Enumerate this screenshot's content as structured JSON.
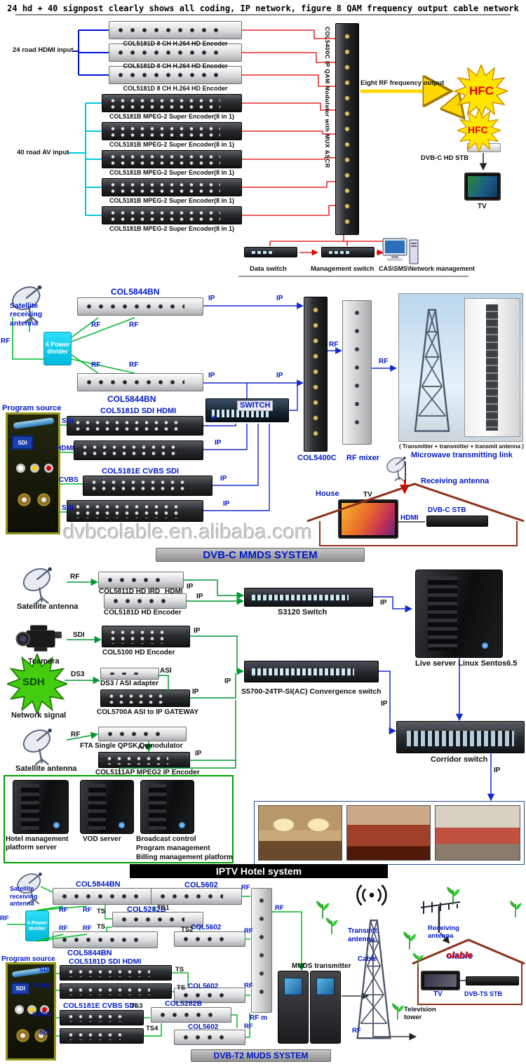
{
  "header": {
    "title": "24 hd + 40 signpost clearly shows all coding, IP network, figure 8 QAM frequency output cable network"
  },
  "labels": {
    "rf": "RF",
    "ip": "IP",
    "ts": "TS",
    "sdi": "SDI",
    "hdmi": "HDMI",
    "cvbs": "CVBS",
    "tv": "TV"
  },
  "headend": {
    "hdmi_input": "24 road HDMI input",
    "av_input": "40 road AV input",
    "hd_encoder": "COL5181D 8 CH H.264 HD Encoder",
    "mpeg2_encoder": "COL5181B MPEG-2 Super Encoder(8 in 1)",
    "qam_modulator": "COL5400C IP QAM Modulator with MUX &SCR",
    "rf_output": "Eight RF frequency output",
    "hfc": "HFC",
    "stb": "DVB-C HD STB",
    "data_switch": "Data switch",
    "mgmt_switch": "Management switch",
    "nms": "CAS\\SMS\\Network management"
  },
  "mmds": {
    "satellite": "Satellite receiving antenna",
    "col5844bn": "COL5844BN",
    "divider": "4 Power divider",
    "program_source": "Program source",
    "col5181d": "COL5181D SDI HDMI",
    "col5181e": "COL5181E CVBS SDI",
    "switch": "SWITCH",
    "col5400c": "COL5400C",
    "rf_mixer": "RF mixer",
    "mw_caption": "( Transmitter + transmitter + transmit antenna )",
    "mw_link": "Microwave transmitting link",
    "rx_antenna": "Receiving antenna",
    "house": "House",
    "stb": "DVB-C STB",
    "watermark": "dvbcolable.en.alibaba.com",
    "title": "DVB-C MMDS SYSTEM"
  },
  "iptv": {
    "satellite": "Satellite antenna",
    "col5811d": "COL5811D HD IRD",
    "col5181d_hd": "COL5181D HD Encoder",
    "s3120": "S3120 Switch",
    "live_server": "Live server Linux Sentos6.5",
    "tcamera": "Tcamera",
    "col5100": "COL5100 HD Encoder",
    "sdh": "SDH",
    "network_signal": "Network signal",
    "ds3": "DS3",
    "ds3_adapter": "DS3 / ASI adapter",
    "asi": "ASI",
    "col5700a": "COL5700A ASI to IP GATEWAY",
    "s5700": "S5700-24TP-SI(AC) Convergence switch",
    "fta": "FTA Single QPSK Demodulator",
    "av": "A/V",
    "col5111ap": "COL5111AP MPEG2 IP Encoder",
    "corridor": "Corridor switch",
    "hotel_server": "Hotel management platform server",
    "vod": "VOD server",
    "broadcast1": "Broadcast control",
    "broadcast2": "Program management",
    "broadcast3": "Billing management platform",
    "title": "IPTV Hotel system"
  },
  "muds": {
    "satellite": "Satellite receiving antenna",
    "col5844bn": "COL5844BN",
    "divider": "4 Power divider",
    "col5602": "COL5602",
    "col5282b": "COL5282B",
    "ts1": "TS1",
    "ts2": "TS2",
    "ts3": "TS3",
    "ts4": "TS4",
    "program_source": "Program source",
    "col5181d": "COL5181D SDI HDMI",
    "col5181e": "COL5181E CVBS SDI",
    "rf_mixer": "RF m",
    "transmitter": "MUDS transmitter",
    "tx_antenna": "Transmit antenna",
    "cable": "Cable",
    "rx_antenna": "Receiving antenna",
    "stb": "DVB-TS STB",
    "tv_tower": "Television tower",
    "tv_brand": "olable",
    "title": "DVB-T2 MUDS SYSTEM"
  }
}
